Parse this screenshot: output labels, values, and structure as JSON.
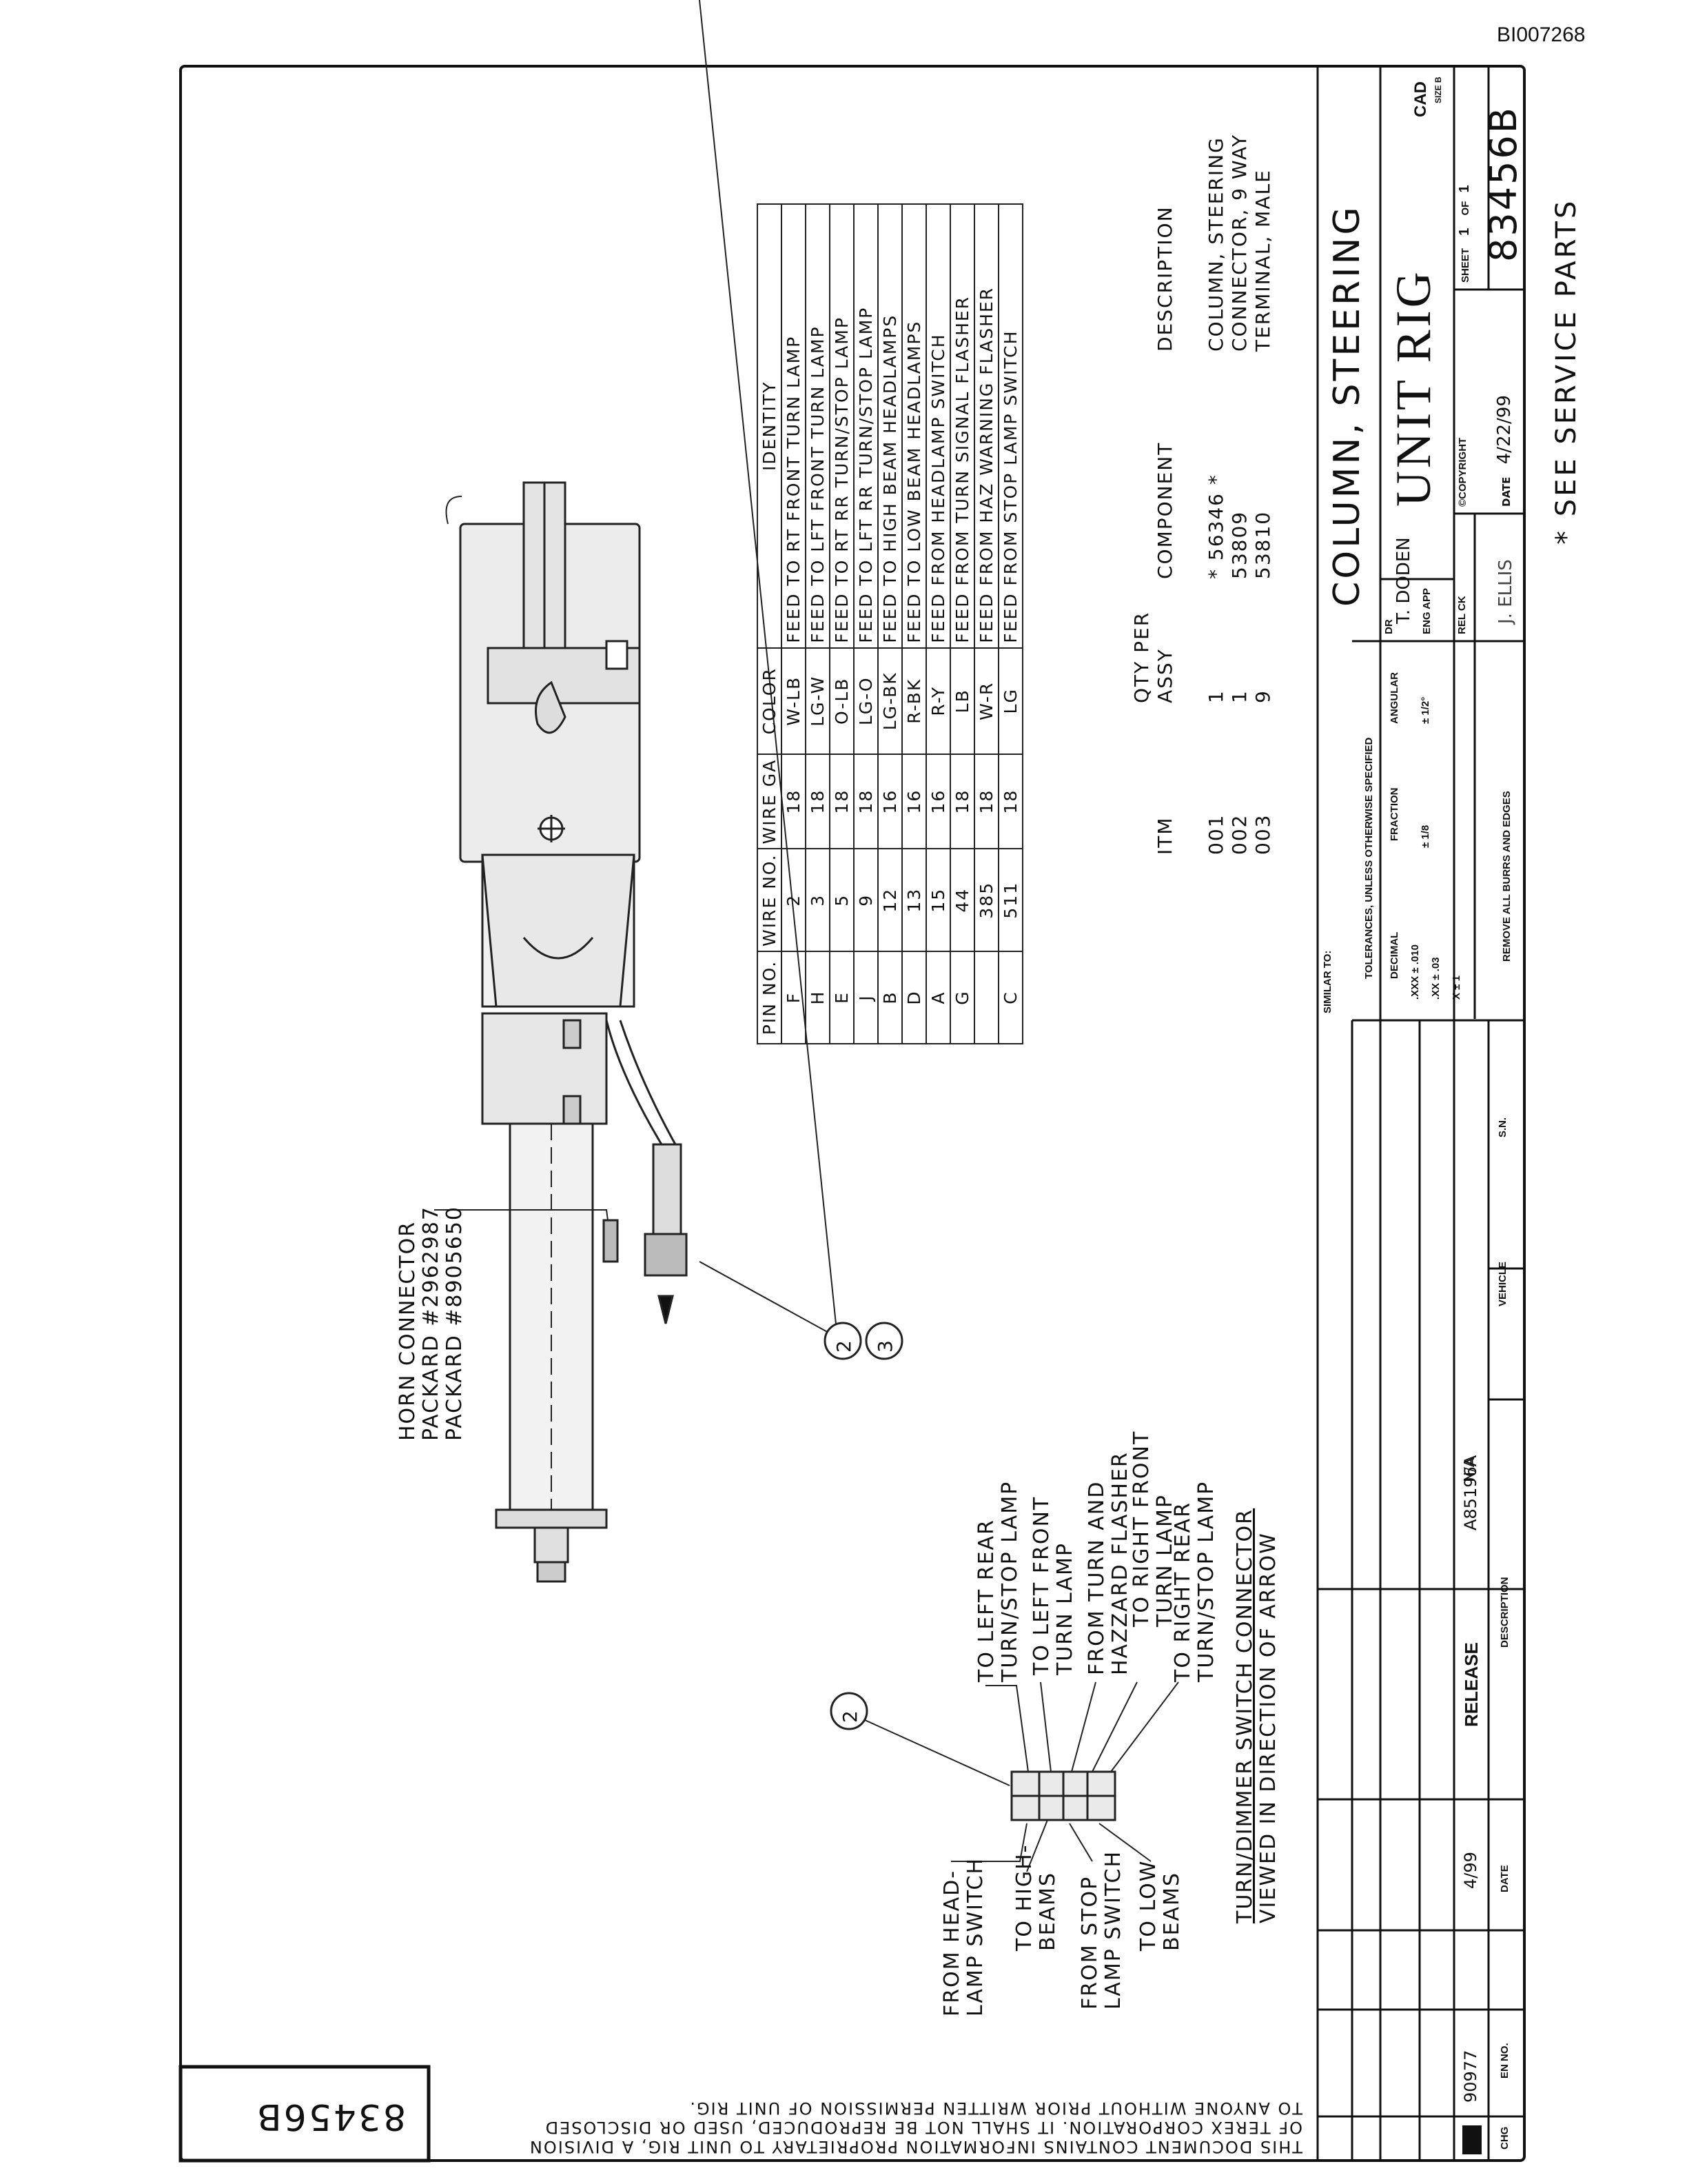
{
  "document_id": "BI007268",
  "border_drawing_number": "83456B",
  "proprietary_notice": [
    "THIS DOCUMENT CONTAINS INFORMATION PROPRIETARY TO UNIT RIG, A DIVISION",
    "OF TEREX CORPORATION. IT SHALL NOT BE REPRODUCED, USED OR DISCLOSED",
    "TO ANYONE WITHOUT PRIOR WRITTEN PERMISSION OF UNIT RIG."
  ],
  "horn_connector": {
    "title": "HORN CONNECTOR",
    "line2": "PACKARD #2962987",
    "line3": "PACKARD #8905650"
  },
  "callouts": [
    "2",
    "3",
    "2"
  ],
  "switch_connector": {
    "title": "TURN/DIMMER SWITCH CONNECTOR",
    "subtitle": "VIEWED IN DIRECTION OF ARROW",
    "labels_left": [
      "FROM HEAD-\nLAMP SWITCH",
      "TO HIGH-\nBEAMS",
      "FROM STOP\nLAMP SWITCH",
      "TO LOW\nBEAMS"
    ],
    "labels_right": [
      "TO LEFT REAR\nTURN/STOP LAMP",
      "TO LEFT FRONT\nTURN LAMP",
      "FROM TURN AND\nHAZZARD FLASHER",
      "TO RIGHT FRONT\nTURN LAMP",
      "TO RIGHT REAR\nTURN/STOP LAMP"
    ]
  },
  "wire_table": {
    "headers": [
      "PIN NO.",
      "WIRE NO.",
      "WIRE GA",
      "COLOR",
      "IDENTITY"
    ],
    "rows": [
      [
        "F",
        "2",
        "18",
        "W-LB",
        "FEED TO RT FRONT TURN LAMP"
      ],
      [
        "H",
        "3",
        "18",
        "LG-W",
        "FEED TO LFT FRONT TURN LAMP"
      ],
      [
        "E",
        "5",
        "18",
        "O-LB",
        "FEED TO RT RR TURN/STOP LAMP"
      ],
      [
        "J",
        "9",
        "18",
        "LG-O",
        "FEED TO LFT RR TURN/STOP LAMP"
      ],
      [
        "B",
        "12",
        "16",
        "LG-BK",
        "FEED TO HIGH BEAM HEADLAMPS"
      ],
      [
        "D",
        "13",
        "16",
        "R-BK",
        "FEED TO LOW BEAM HEADLAMPS"
      ],
      [
        "A",
        "15",
        "16",
        "R-Y",
        "FEED FROM HEADLAMP SWITCH"
      ],
      [
        "G",
        "44",
        "18",
        "LB",
        "FEED FROM TURN SIGNAL FLASHER"
      ],
      [
        "",
        "385",
        "18",
        "W-R",
        "FEED FROM HAZ WARNING FLASHER"
      ],
      [
        "C",
        "511",
        "18",
        "LG",
        "FEED FROM STOP LAMP SWITCH"
      ]
    ]
  },
  "parts_list": {
    "headers": [
      "ITM",
      "QTY PER\nASSY",
      "COMPONENT",
      "DESCRIPTION"
    ],
    "rows": [
      [
        "001",
        "1",
        "* 56346 *",
        "COLUMN, STEERING"
      ],
      [
        "002",
        "1",
        "53809",
        "CONNECTOR, 9 WAY"
      ],
      [
        "003",
        "9",
        "53810",
        "TERMINAL, MALE"
      ]
    ]
  },
  "title_block": {
    "title": "COLUMN, STEERING",
    "company": "UNIT RIG",
    "drawing_number": "83456B",
    "cad": "CAD",
    "size": "SIZE B",
    "sheet_label": "SHEET",
    "sheet": "1",
    "of_label": "OF",
    "of": "1",
    "dr_label": "DR",
    "drawn_by": "T. DODEN",
    "eng_app_label": "ENG APP",
    "rel_ck_label": "REL CK",
    "checked_by": "J. ELLIS",
    "copyright": "©COPYRIGHT",
    "date_label": "DATE",
    "date": "4/22/99",
    "similar_to": "SIMILAR TO:",
    "tolerances_title": "TOLERANCES, UNLESS OTHERWISE SPECIFIED",
    "decimal_label": "DECIMAL",
    "fraction_label": "FRACTION",
    "angular_label": "ANGULAR",
    "decimal_lines": [
      ".XXX ± .010",
      ".XX ± .03",
      "X ± 1"
    ],
    "fraction_value": "± 1/8",
    "angular_value": "± 1/2°",
    "burrs_note": "REMOVE ALL BURRS AND EDGES",
    "sn_label": "S.N.",
    "vehicle_label": "VEHICLE",
    "rev_header": {
      "chg": "CHG",
      "en_no": "EN NO.",
      "date": "DATE",
      "description": "DESCRIPTION"
    },
    "rev_row": {
      "en_no": "90977",
      "date": "4/99",
      "description": "RELEASE",
      "ref": "A85196A",
      "vehicle": "N/A"
    }
  },
  "footer_note": "* SEE SERVICE PARTS"
}
